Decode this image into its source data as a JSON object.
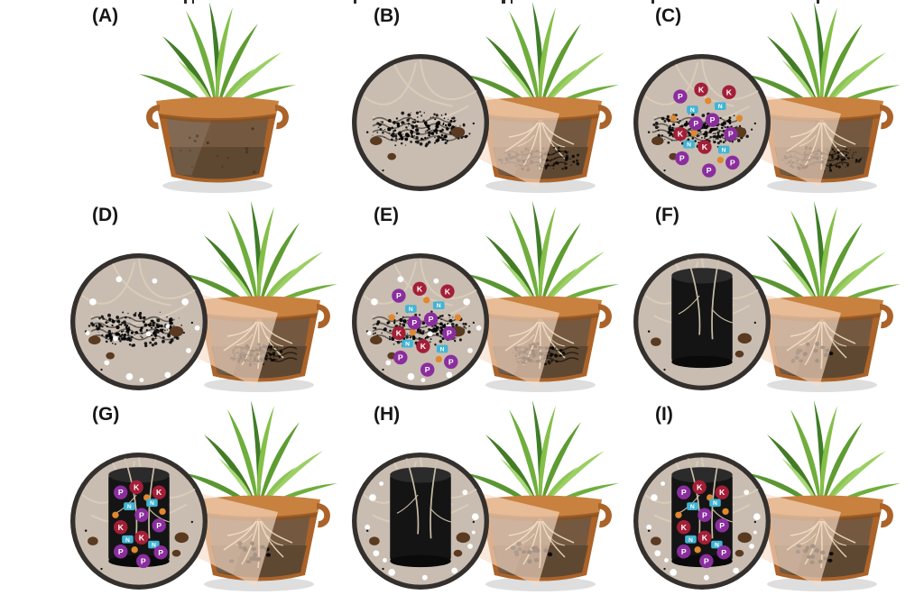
{
  "figure": {
    "background": "#ffffff"
  },
  "panels": [
    {
      "id": "A",
      "label": "(A)",
      "soil": "plain",
      "inset": null
    },
    {
      "id": "B",
      "label": "(B)",
      "soil": "powder-band",
      "inset": {
        "base": "powder",
        "npk": false,
        "microbes": false
      }
    },
    {
      "id": "C",
      "label": "(C)",
      "soil": "powder-band",
      "inset": {
        "base": "powder",
        "npk": true,
        "microbes": false
      }
    },
    {
      "id": "D",
      "label": "(D)",
      "soil": "powder-patch",
      "inset": {
        "base": "powder",
        "npk": false,
        "microbes": true
      }
    },
    {
      "id": "E",
      "label": "(E)",
      "soil": "powder-patch",
      "inset": {
        "base": "powder",
        "npk": true,
        "microbes": true
      }
    },
    {
      "id": "F",
      "label": "(F)",
      "soil": "pellets",
      "inset": {
        "base": "monolith",
        "npk": false,
        "microbes": false
      }
    },
    {
      "id": "G",
      "label": "(G)",
      "soil": "pellets",
      "inset": {
        "base": "monolith",
        "npk": true,
        "microbes": false
      }
    },
    {
      "id": "H",
      "label": "(H)",
      "soil": "pellets",
      "inset": {
        "base": "monolith",
        "npk": false,
        "microbes": true
      }
    },
    {
      "id": "I",
      "label": "(I)",
      "soil": "pellets",
      "inset": {
        "base": "monolith",
        "npk": true,
        "microbes": true
      }
    }
  ],
  "nutrients": [
    {
      "symbol": "N",
      "color": "#42b4d4",
      "shape": "square"
    },
    {
      "symbol": "P",
      "color": "#8a2e9e",
      "shape": "circle"
    },
    {
      "symbol": "K",
      "color": "#a31f38",
      "shape": "circle"
    }
  ],
  "colors": {
    "biochar_black": "#121212",
    "micronutrient_orange": "#e0882e",
    "microbe_white": "#ffffff",
    "magnifier_soil": "#c9bdb2",
    "magnifier_border": "#34302d",
    "cone": "#f7dcc6",
    "pot_orange": "#ab6329",
    "pot_rim": "#c8813f",
    "soil_brown": "#6f543a",
    "root_cream": "#e8dcc2",
    "leaf_green_dark": "#3f7d27",
    "leaf_green_mid": "#6fae3d",
    "leaf_green_light": "#9ccf63",
    "label_color": "#161616"
  }
}
